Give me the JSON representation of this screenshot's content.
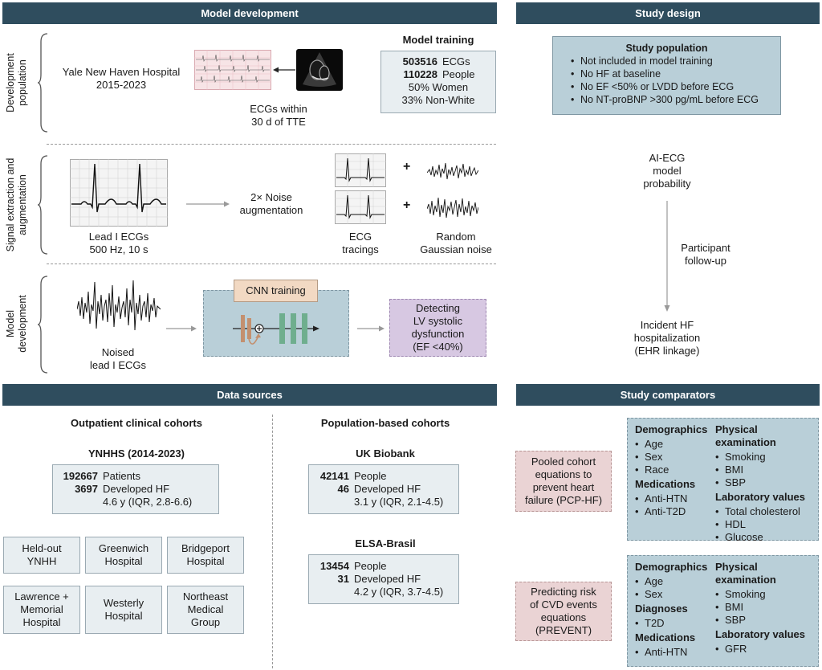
{
  "headers": {
    "model_development": "Model development",
    "study_design": "Study design",
    "data_sources": "Data sources",
    "study_comparators": "Study comparators"
  },
  "side_labels": {
    "development_population": [
      "Development",
      "population"
    ],
    "signal_extraction": [
      "Signal extraction and",
      "augmentation"
    ],
    "model_development": [
      "Model",
      "development"
    ]
  },
  "row1": {
    "hospital": [
      "Yale New Haven Hospital",
      "2015-2023"
    ],
    "ecgs_within": [
      "ECGs within",
      "30 d of TTE"
    ],
    "training_title": "Model training",
    "training_lines": [
      {
        "num": "503516",
        "text": "ECGs"
      },
      {
        "num": "110228",
        "text": "People"
      }
    ],
    "training_extra": [
      "50% Women",
      "33% Non-White"
    ]
  },
  "row2": {
    "lead_caption": [
      "Lead I ECGs",
      "500 Hz, 10 s"
    ],
    "noise_aug": [
      "2× Noise",
      "augmentation"
    ],
    "plus": "+",
    "ecg_tracings": [
      "ECG",
      "tracings"
    ],
    "random_noise": [
      "Random",
      "Gaussian noise"
    ]
  },
  "row3": {
    "noised_caption": [
      "Noised",
      "lead I ECGs"
    ],
    "cnn_training": "CNN training",
    "detecting": [
      "Detecting",
      "LV systolic",
      "dysfunction",
      "(EF <40%)"
    ]
  },
  "study_design": {
    "population_title": "Study population",
    "population_items": [
      "Not included in model training",
      "No HF at baseline",
      "No EF <50% or LVDD before ECG",
      "No NT-proBNP >300 pg/mL before ECG"
    ],
    "ai_ecg": [
      "AI-ECG",
      "model",
      "probability"
    ],
    "followup": [
      "Participant",
      "follow-up"
    ],
    "incident": [
      "Incident HF",
      "hospitalization",
      "(EHR linkage)"
    ]
  },
  "data_sources": {
    "outpatient_title": "Outpatient clinical cohorts",
    "ynhhs_title": "YNHHS (2014-2023)",
    "ynhhs_lines": [
      {
        "num": "192667",
        "text": "Patients"
      },
      {
        "num": "3697",
        "text": "Developed HF"
      }
    ],
    "ynhhs_extra": "4.6 y (IQR, 2.8-6.6)",
    "sites": [
      [
        "Held-out",
        "YNHH"
      ],
      [
        "Greenwich",
        "Hospital"
      ],
      [
        "Bridgeport",
        "Hospital"
      ],
      [
        "Lawrence +",
        "Memorial",
        "Hospital"
      ],
      [
        "Westerly",
        "Hospital"
      ],
      [
        "Northeast",
        "Medical",
        "Group"
      ]
    ],
    "population_title": "Population-based cohorts",
    "ukb_title": "UK Biobank",
    "ukb_lines": [
      {
        "num": "42141",
        "text": "People"
      },
      {
        "num": "46",
        "text": "Developed HF"
      }
    ],
    "ukb_extra": "3.1 y (IQR, 2.1-4.5)",
    "elsa_title": "ELSA-Brasil",
    "elsa_lines": [
      {
        "num": "13454",
        "text": "People"
      },
      {
        "num": "31",
        "text": "Developed HF"
      }
    ],
    "elsa_extra": "4.2 y (IQR, 3.7-4.5)"
  },
  "comparators": {
    "pcp_label": [
      "Pooled cohort",
      "equations to",
      "prevent heart",
      "failure (PCP-HF)"
    ],
    "pcp_left": [
      {
        "title": "Demographics",
        "items": [
          "Age",
          "Sex",
          "Race"
        ]
      },
      {
        "title": "Medications",
        "items": [
          "Anti-HTN",
          "Anti-T2D"
        ]
      }
    ],
    "pcp_right": [
      {
        "title": "Physical examination",
        "items": [
          "Smoking",
          "BMI",
          "SBP"
        ]
      },
      {
        "title": "Laboratory values",
        "items": [
          "Total cholesterol",
          "HDL",
          "Glucose"
        ]
      }
    ],
    "prevent_label": [
      "Predicting risk",
      "of CVD events",
      "equations",
      "(PREVENT)"
    ],
    "prevent_left": [
      {
        "title": "Demographics",
        "items": [
          "Age",
          "Sex"
        ]
      },
      {
        "title": "Diagnoses",
        "items": [
          "T2D"
        ]
      },
      {
        "title": "Medications",
        "items": [
          "Anti-HTN"
        ]
      }
    ],
    "prevent_right": [
      {
        "title": "Physical examination",
        "items": [
          "Smoking",
          "BMI",
          "SBP"
        ]
      },
      {
        "title": "Laboratory values",
        "items": [
          "GFR"
        ]
      }
    ]
  },
  "colors": {
    "header": "#2f4d5e",
    "blue_box": "#b9cfd8",
    "gray_box": "#e8eef1",
    "pink_box": "#ead3d4",
    "purple_box": "#d7c8e2",
    "cnn_label": "#f2d9c3"
  }
}
